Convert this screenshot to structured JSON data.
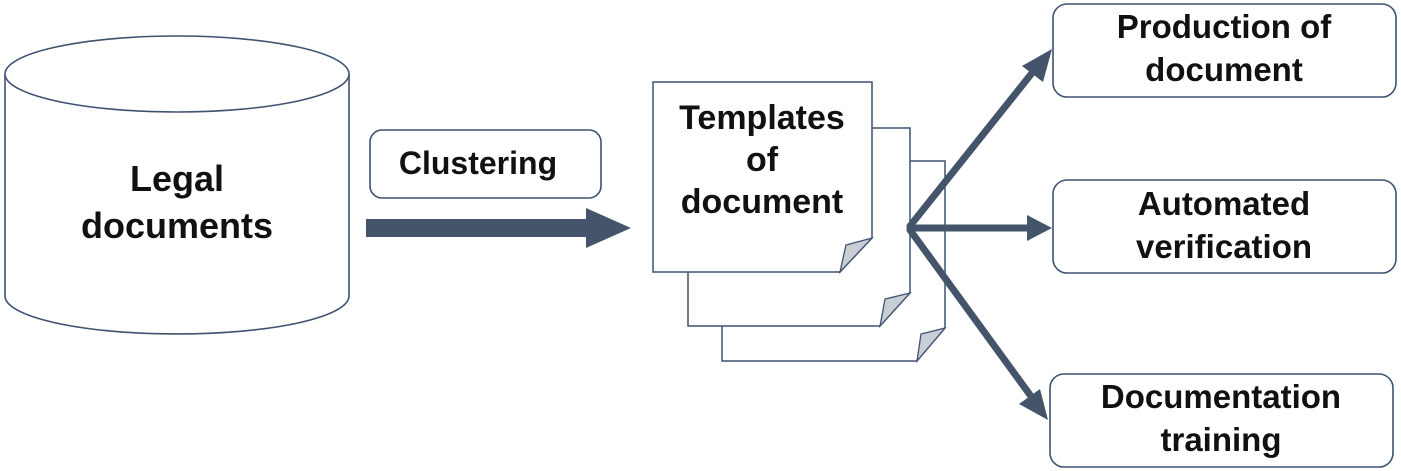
{
  "diagram": {
    "source": {
      "line1": "Legal",
      "line2": "documents"
    },
    "process": {
      "label": "Clustering"
    },
    "templates": {
      "line1": "Templates",
      "line2": "of",
      "line3": "document"
    },
    "outputs": [
      {
        "line1": "Production of",
        "line2": "document"
      },
      {
        "line1": "Automated",
        "line2": "verification"
      },
      {
        "line1": "Documentation",
        "line2": "training"
      }
    ],
    "colors": {
      "outline": "#3f5270",
      "arrow": "#44546a",
      "fold": "#c8cdd6",
      "text": "#111111"
    }
  }
}
